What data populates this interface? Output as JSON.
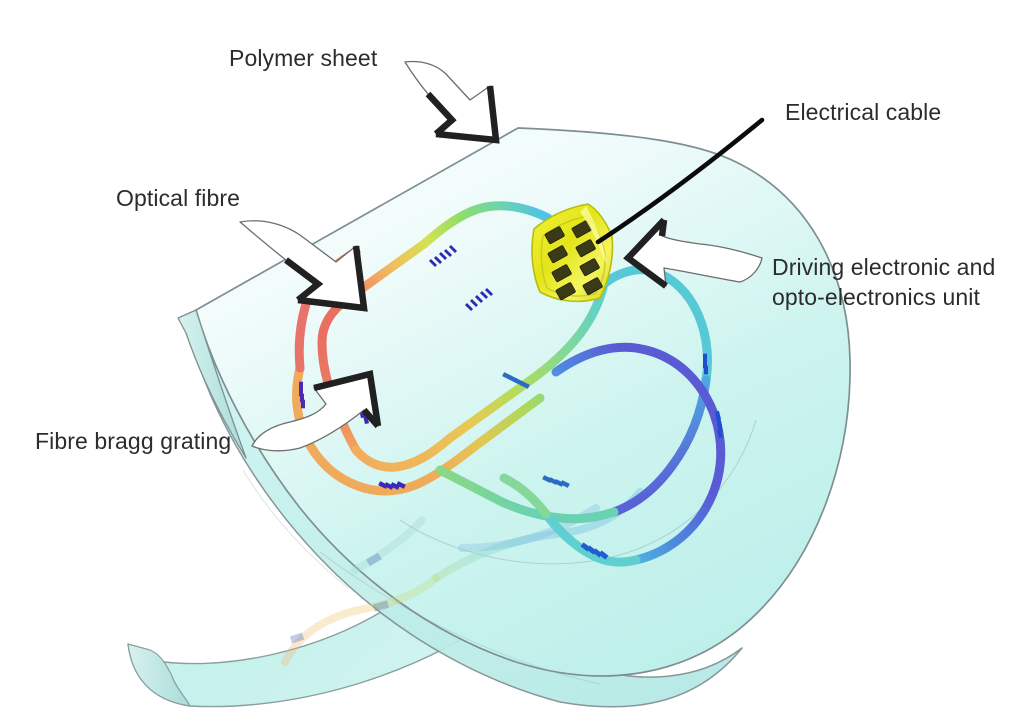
{
  "figure": {
    "title": "Smart polymer sheet with embedded optical fibre sensor network",
    "background_color": "#ffffff"
  },
  "labels": [
    {
      "id": "polymer-sheet",
      "text": "Polymer sheet",
      "position": "top-left",
      "pointer": "hollow-arrow-down-right"
    },
    {
      "id": "optical-fibre",
      "text": "Optical fibre",
      "position": "mid-left",
      "pointer": "hollow-arrow-down-right"
    },
    {
      "id": "fibre-bragg-grating",
      "text": "Fibre bragg grating",
      "position": "lower-left",
      "pointer": "hollow-arrow-up-right"
    },
    {
      "id": "electrical-cable",
      "text": "Electrical cable",
      "position": "top-right",
      "pointer": "solid-black-leader-line"
    },
    {
      "id": "driving-unit-line1",
      "text": "Driving electronic and",
      "position": "mid-right",
      "pointer": "hollow-arrow-left"
    },
    {
      "id": "driving-unit-line2",
      "text": "opto-electronics unit",
      "position": "mid-right",
      "pointer": "none"
    }
  ],
  "colors": {
    "label_text": "#2c2c2c",
    "sheet_fill_top": "#eefbfa",
    "sheet_fill_main": "#c9f2ee",
    "sheet_fill_lower": "#bdeeea",
    "sheet_outline": "#7e8f91",
    "unit_substrate": "#e7e81c",
    "unit_chip": "#3b3a16",
    "cable": "#0b0b0b",
    "arrow_fill": "#ffffff",
    "arrow_outline": "#6d6d6d",
    "arrow_edge": "#212121",
    "fbg_marker": "#2b2bb4"
  },
  "components": {
    "polymer_sheet": {
      "name": "Polymer sheet",
      "description": "Transparent pale-cyan flexible sheet, flat at top and curving downward at the lower left into a scroll",
      "fill": "#c9f2ee"
    },
    "optical_fibre": {
      "name": "Optical fibre",
      "description": "Serpentine fibre routed in a boustrophedon loop across the sheet",
      "gradient_stops": [
        "#4fc8e8",
        "#79d96a",
        "#cfe24a",
        "#f2b44f",
        "#ef7f6a",
        "#e76a63",
        "#f0a05a",
        "#e9c44f",
        "#a8d95a",
        "#54cbd8",
        "#4f8fe0",
        "#5b4fd0"
      ],
      "segment_count": 5
    },
    "fibre_bragg_gratings": {
      "name": "Fibre bragg grating",
      "description": "Short striped bands written into the fibre core acting as strain/temperature sensors",
      "marker_color": "#2b2bb4",
      "count": 9
    },
    "driving_unit": {
      "name": "Driving electronic and opto-electronics unit",
      "description": "Bright yellow flexible printed circuit carrying dark chip packages",
      "substrate_color": "#e7e81c",
      "chip_color": "#3b3a16",
      "chip_count": 8,
      "chip_columns": 2,
      "chip_rows": 4
    },
    "electrical_cable": {
      "name": "Electrical cable",
      "description": "Black cable leaving the driving unit toward the upper right",
      "color": "#0b0b0b"
    }
  }
}
